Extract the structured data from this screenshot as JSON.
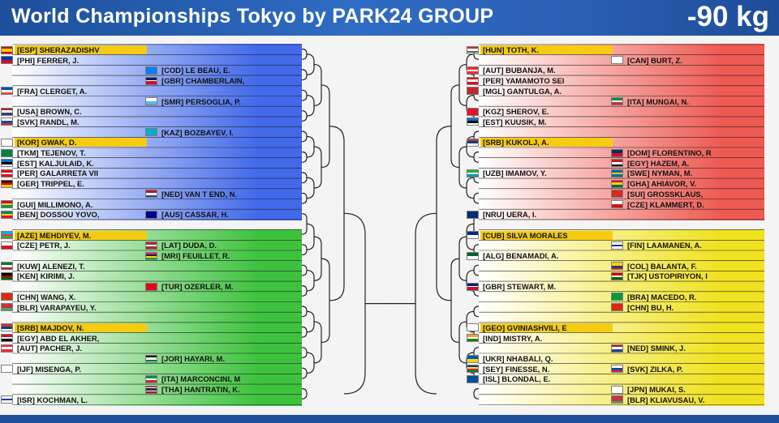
{
  "header": {
    "title": "World Championships Tokyo by PARK24 GROUP",
    "weight_class": "-90 kg"
  },
  "colors": {
    "blue": "#4169ea",
    "green": "#3ec23e",
    "red": "#ee5a52",
    "yellow": "#f0e21f",
    "seed": "#f5cc12",
    "header": "#2a5fb3"
  },
  "left_athletes": [
    {
      "text": "[ESP] SHERAZADISHV",
      "slot": 0,
      "flag": "ESP",
      "seed": true
    },
    {
      "text": "[PHI]  FERRER, J.",
      "slot": 1,
      "flag": "PHI"
    },
    {
      "text": "[COD] LE BEAU, E.",
      "slot": 2,
      "flag": "COD",
      "col2": true
    },
    {
      "text": "[GBR] CHAMBERLAIN,",
      "slot": 3,
      "flag": "GBR",
      "col2": true
    },
    {
      "text": "[FRA]  CLERGET, A.",
      "slot": 4,
      "flag": "FRA"
    },
    {
      "text": "[SMR] PERSOGLIA, P.",
      "slot": 5,
      "flag": "SMR",
      "col2": true
    },
    {
      "text": "[USA]  BROWN, C.",
      "slot": 6,
      "flag": "USA"
    },
    {
      "text": "[SVK]  RANDL, M.",
      "slot": 7,
      "flag": "SVK"
    },
    {
      "text": "[KAZ]  BOZBAYEV, I.",
      "slot": 8,
      "flag": "KAZ",
      "col2": true
    },
    {
      "text": "[KOR]  GWAK, D.",
      "slot": 9,
      "flag": "KOR",
      "seed": true
    },
    {
      "text": "[TKM]  TEJENOV, T.",
      "slot": 10,
      "flag": "TKM"
    },
    {
      "text": "[EST]  KALJULAID, K.",
      "slot": 11,
      "flag": "EST"
    },
    {
      "text": "[PER]  GALARRETA VII",
      "slot": 12,
      "flag": "PER"
    },
    {
      "text": "[GER]  TRIPPEL, E.",
      "slot": 13,
      "flag": "GER"
    },
    {
      "text": "[NED]  VAN T END, N.",
      "slot": 14,
      "flag": "NED",
      "col2": true
    },
    {
      "text": "[GUI]  MILLIMONO, A.",
      "slot": 15,
      "flag": "GUI"
    },
    {
      "text": "[BEN]  DOSSOU YOVO,",
      "slot": 16,
      "flag": "BEN"
    },
    {
      "text": "[AUS]  CASSAR, H.",
      "slot": 16,
      "flag": "AUS",
      "col2": true
    },
    {
      "text": "[AZE]  MEHDIYEV, M.",
      "slot": 18,
      "flag": "AZE",
      "seed": true
    },
    {
      "text": "[CZE]  PETR, J.",
      "slot": 19,
      "flag": "CZE"
    },
    {
      "text": "[LAT]  DUDA, D.",
      "slot": 19,
      "flag": "LAT",
      "col2": true
    },
    {
      "text": "[MRI]  FEUILLET, R.",
      "slot": 20,
      "flag": "MRI",
      "col2": true
    },
    {
      "text": "[KUW] ALENEZI, T.",
      "slot": 21,
      "flag": "KUW"
    },
    {
      "text": "[KEN]  KIRIMI, J.",
      "slot": 22,
      "flag": "KEN"
    },
    {
      "text": "[TUR]  OZERLER, M.",
      "slot": 23,
      "flag": "TUR",
      "col2": true
    },
    {
      "text": "[CHN]  WANG, X.",
      "slot": 24,
      "flag": "CHN"
    },
    {
      "text": "[BLR]  VARAPAYEU, Y.",
      "slot": 25,
      "flag": "BLR"
    },
    {
      "text": "[SRB]  MAJDOV, N.",
      "slot": 27,
      "flag": "SRB",
      "seed": true
    },
    {
      "text": "[EGY]  ABD EL AKHER,",
      "slot": 28,
      "flag": "EGY"
    },
    {
      "text": "[AUT]  PACHER, J.",
      "slot": 29,
      "flag": "AUT"
    },
    {
      "text": "[JOR]  HAYARI, M.",
      "slot": 30,
      "flag": "JOR",
      "col2": true
    },
    {
      "text": "[IJF]  MISENGA, P.",
      "slot": 31,
      "flag": "IJF"
    },
    {
      "text": "[ITA]  MARCONCINI, M",
      "slot": 32,
      "flag": "ITA",
      "col2": true
    },
    {
      "text": "[THA]  HANTRATIN, K.",
      "slot": 33,
      "flag": "THA",
      "col2": true
    },
    {
      "text": "[ISR]  KOCHMAN, L.",
      "slot": 34,
      "flag": "ISR"
    }
  ],
  "right_athletes": [
    {
      "text": "[HUN]  TOTH, K.",
      "slot": 0,
      "flag": "HUN",
      "seed": true
    },
    {
      "text": "[CAN]  BURT, Z.",
      "slot": 1,
      "flag": "CAN",
      "col2": true
    },
    {
      "text": "[AUT]  BUBANJA, M.",
      "slot": 2,
      "flag": "AUT"
    },
    {
      "text": "[PER]  YAMAMOTO SEI",
      "slot": 3,
      "flag": "PER"
    },
    {
      "text": "[MGL]  GANTULGA, A.",
      "slot": 4,
      "flag": "MGL"
    },
    {
      "text": "[ITA]  MUNGAI, N.",
      "slot": 5,
      "flag": "ITA",
      "col2": true
    },
    {
      "text": "[KGZ]  SHEROV, E.",
      "slot": 6,
      "flag": "KGZ"
    },
    {
      "text": "[EST]  KUUSIK, M.",
      "slot": 7,
      "flag": "EST"
    },
    {
      "text": "[SRB]  KUKOLJ, A.",
      "slot": 9,
      "flag": "SRB",
      "seed": true
    },
    {
      "text": "[DOM] FLORENTINO, R",
      "slot": 10,
      "flag": "DOM",
      "col2": true
    },
    {
      "text": "[EGY]  HAZEM, A.",
      "slot": 11,
      "flag": "EGY",
      "col2": true
    },
    {
      "text": "[UZB]  IMAMOV, Y.",
      "slot": 12,
      "flag": "UZB"
    },
    {
      "text": "[SWE] NYMAN, M.",
      "slot": 12,
      "flag": "SWE",
      "col2": true
    },
    {
      "text": "[GHA] AHIAVOR, V.",
      "slot": 13,
      "flag": "GHA",
      "col2": true
    },
    {
      "text": "[SUI]  GROSSKLAUS, ",
      "slot": 14,
      "flag": "SUI",
      "col2": true
    },
    {
      "text": "[CZE]  KLAMMERT, D.",
      "slot": 15,
      "flag": "CZE",
      "col2": true
    },
    {
      "text": "[NRU] UERA, I.",
      "slot": 16,
      "flag": "NRU"
    },
    {
      "text": "[CUB] SILVA MORALES",
      "slot": 18,
      "flag": "CUB",
      "seed": true
    },
    {
      "text": "[FIN]  LAAMANEN, A.",
      "slot": 19,
      "flag": "FIN",
      "col2": true
    },
    {
      "text": "[ALG]  BENAMADI, A.",
      "slot": 20,
      "flag": "ALG"
    },
    {
      "text": "[COL]  BALANTA, F.",
      "slot": 21,
      "flag": "COL",
      "col2": true
    },
    {
      "text": "[TJK]  USTOPIRIYON, I",
      "slot": 22,
      "flag": "TJK",
      "col2": true
    },
    {
      "text": "[GBR]  STEWART, M.",
      "slot": 23,
      "flag": "GBR"
    },
    {
      "text": "[BRA]  MACEDO, R.",
      "slot": 24,
      "flag": "BRA",
      "col2": true
    },
    {
      "text": "[CHN]  BU, H.",
      "slot": 25,
      "flag": "CHN",
      "col2": true
    },
    {
      "text": "[GEO]  GVINIASHVILI, E",
      "slot": 27,
      "flag": "GEO",
      "seed": true
    },
    {
      "text": "[IND]  MISTRY, A.",
      "slot": 28,
      "flag": "IND"
    },
    {
      "text": "[NED]  SMINK, J.",
      "slot": 29,
      "flag": "NED",
      "col2": true
    },
    {
      "text": "[UKR] NHABALI, Q.",
      "slot": 30,
      "flag": "UKR"
    },
    {
      "text": "[SEY]  FINESSE, N.",
      "slot": 31,
      "flag": "SEY"
    },
    {
      "text": "[SVK]  ZILKA, P.",
      "slot": 31,
      "flag": "SVK",
      "col2": true
    },
    {
      "text": "[ISL]  BLONDAL, E.",
      "slot": 32,
      "flag": "ISL"
    },
    {
      "text": "[JPN]  MUKAI, S.",
      "slot": 33,
      "flag": "JPN",
      "col2": true
    },
    {
      "text": "[BLR]  KLIAVUSAU, V.",
      "slot": 34,
      "flag": "BLR",
      "col2": true
    }
  ]
}
